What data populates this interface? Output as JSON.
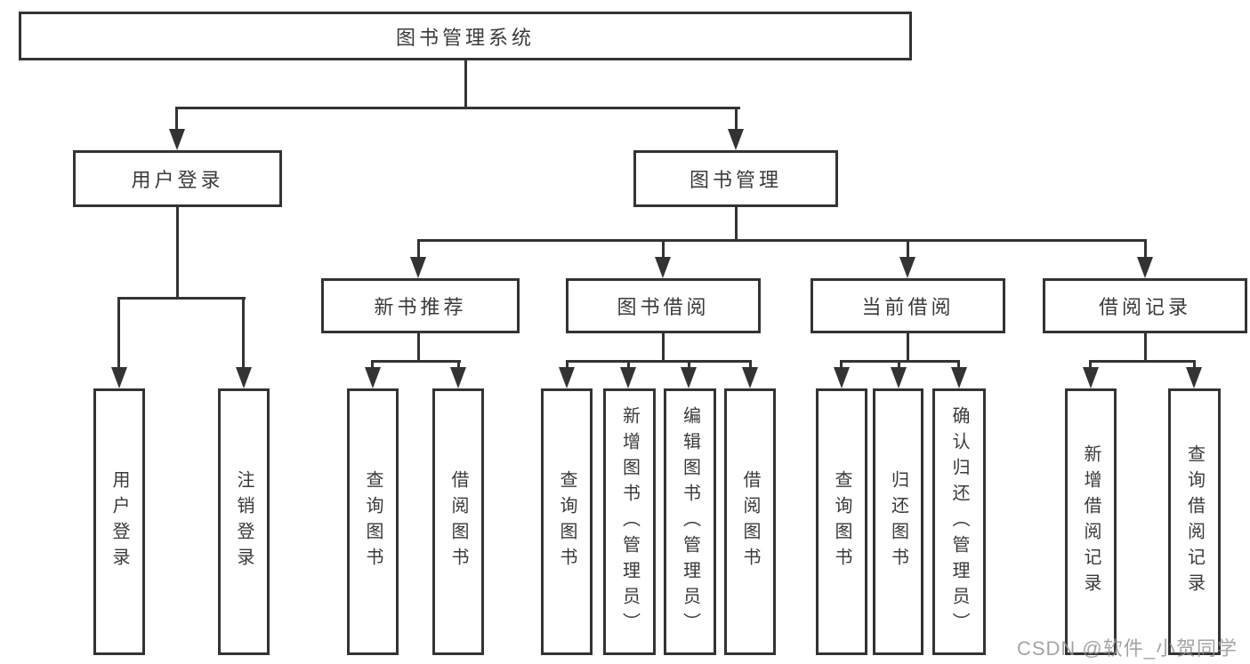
{
  "root": {
    "label": "图书管理系统"
  },
  "branches": [
    {
      "label": "用户登录",
      "children": [
        {
          "label": "用户登录"
        },
        {
          "label": "注销登录"
        }
      ]
    },
    {
      "label": "图书管理",
      "children": [
        {
          "label": "新书推荐",
          "children": [
            {
              "label": "查询图书"
            },
            {
              "label": "借阅图书"
            }
          ]
        },
        {
          "label": "图书借阅",
          "children": [
            {
              "label": "查询图书"
            },
            {
              "label": "新增图书（管理员）"
            },
            {
              "label": "编辑图书（管理员）"
            },
            {
              "label": "借阅图书"
            }
          ]
        },
        {
          "label": "当前借阅",
          "children": [
            {
              "label": "查询图书"
            },
            {
              "label": "归还图书"
            },
            {
              "label": "确认归还（管理员）"
            }
          ]
        },
        {
          "label": "借阅记录",
          "children": [
            {
              "label": "新增借阅记录"
            },
            {
              "label": "查询借阅记录"
            }
          ]
        }
      ]
    }
  ],
  "watermark": "CSDN @软件_小贺同学",
  "colors": {
    "line": "#333333",
    "text": "#3a3a3a",
    "background": "#ffffff",
    "watermark": "#949494"
  }
}
